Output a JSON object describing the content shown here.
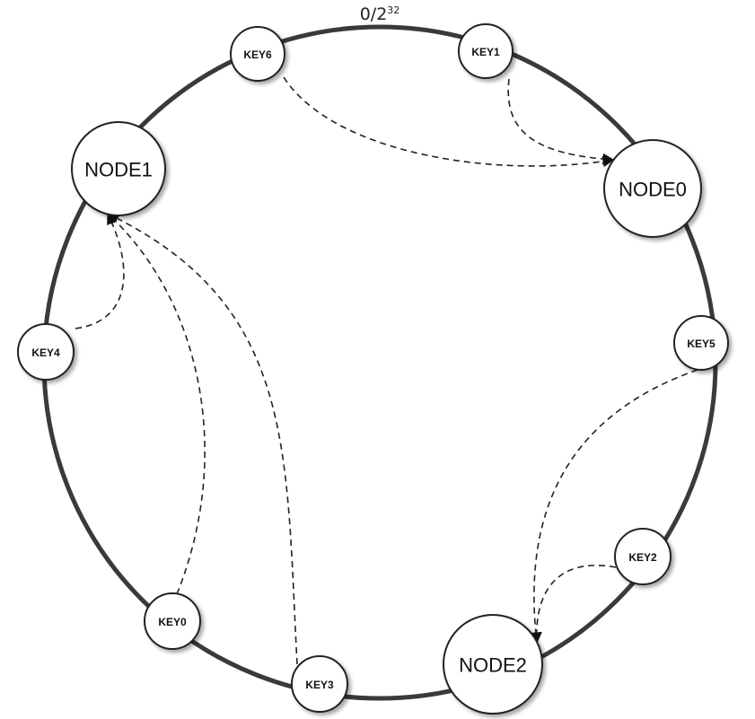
{
  "title": {
    "base": "0/2",
    "exponent": "32"
  },
  "nodes": [
    {
      "id": "NODE0",
      "label": "NODE0",
      "kind": "server"
    },
    {
      "id": "NODE1",
      "label": "NODE1",
      "kind": "server"
    },
    {
      "id": "NODE2",
      "label": "NODE2",
      "kind": "server"
    },
    {
      "id": "KEY0",
      "label": "KEY0",
      "kind": "key"
    },
    {
      "id": "KEY1",
      "label": "KEY1",
      "kind": "key"
    },
    {
      "id": "KEY2",
      "label": "KEY2",
      "kind": "key"
    },
    {
      "id": "KEY3",
      "label": "KEY3",
      "kind": "key"
    },
    {
      "id": "KEY4",
      "label": "KEY4",
      "kind": "key"
    },
    {
      "id": "KEY5",
      "label": "KEY5",
      "kind": "key"
    },
    {
      "id": "KEY6",
      "label": "KEY6",
      "kind": "key"
    }
  ],
  "edges": [
    {
      "from": "KEY1",
      "to": "NODE0"
    },
    {
      "from": "KEY6",
      "to": "NODE0"
    },
    {
      "from": "KEY4",
      "to": "NODE1"
    },
    {
      "from": "KEY0",
      "to": "NODE1"
    },
    {
      "from": "KEY3",
      "to": "NODE1"
    },
    {
      "from": "KEY5",
      "to": "NODE2"
    },
    {
      "from": "KEY2",
      "to": "NODE2"
    }
  ]
}
